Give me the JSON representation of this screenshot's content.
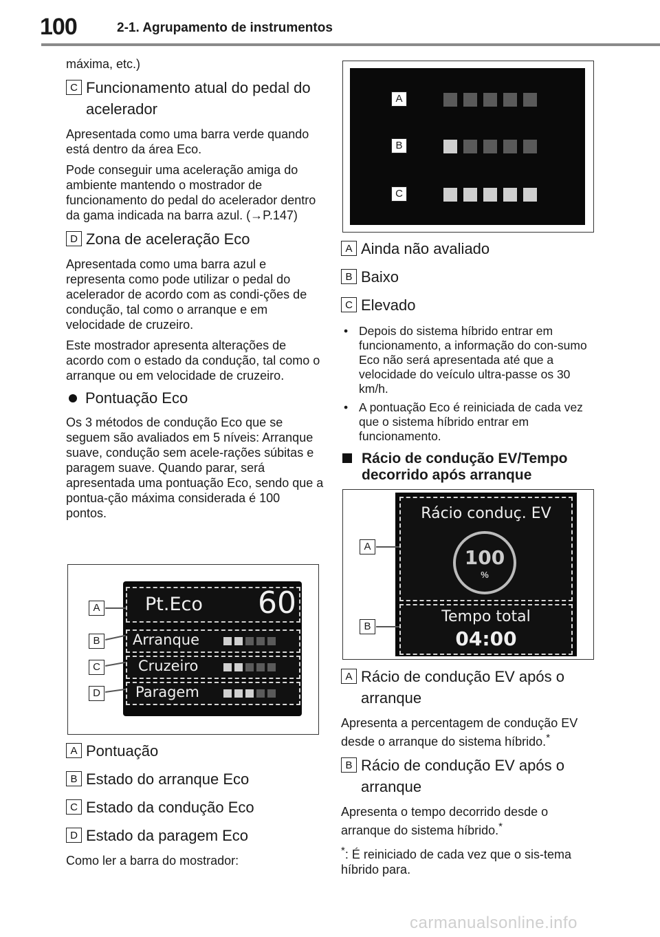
{
  "header": {
    "page_number": "100",
    "section_title": "2-1. Agrupamento de instrumentos"
  },
  "left": {
    "intro": "máxima, etc.)",
    "c_label": "C",
    "c_title": "Funcionamento atual do pedal do acelerador",
    "c_p1": "Apresentada como uma barra verde quando está dentro da área Eco.",
    "c_p2": "Pode conseguir uma aceleração amiga do ambiente mantendo o mostrador de funcionamento do pedal do acelerador dentro da gama indicada na barra azul. (→P.147)",
    "d_label": "D",
    "d_title": "Zona de aceleração Eco",
    "d_p1": "Apresentada como uma barra azul e representa como pode utilizar o pedal do acelerador de acordo com as condi-ções de condução, tal como o arranque e em velocidade de cruzeiro.",
    "d_p2": "Este mostrador apresenta alterações de acordo com o estado da condução, tal como o arranque ou em velocidade de cruzeiro.",
    "eco_heading": "Pontuação Eco",
    "eco_p": "Os 3 métodos de condução Eco que se seguem são avaliados em 5 níveis: Arranque suave, condução sem acele-rações súbitas e paragem suave. Quando parar, será apresentada uma pontuação Eco, sendo que a pontua-ção máxima considerada é 100 pontos.",
    "legend": [
      {
        "label": "A",
        "text": "Pontuação"
      },
      {
        "label": "B",
        "text": "Estado do arranque Eco"
      },
      {
        "label": "C",
        "text": "Estado da condução Eco"
      },
      {
        "label": "D",
        "text": "Estado da paragem Eco"
      }
    ],
    "closing": "Como ler a barra do mostrador:"
  },
  "fig_score": {
    "callouts": [
      "A",
      "B",
      "C",
      "D"
    ],
    "title": "Pt.Eco",
    "score": "60",
    "rows": [
      {
        "label": "Arranque",
        "level": 2
      },
      {
        "label": "Cruzeiro",
        "level": 2
      },
      {
        "label": "Paragem",
        "level": 3
      }
    ]
  },
  "fig_levels": {
    "rows": [
      {
        "label": "A",
        "level": 0
      },
      {
        "label": "B",
        "level": 1
      },
      {
        "label": "C",
        "level": 5
      }
    ]
  },
  "right": {
    "legend": [
      {
        "label": "A",
        "text": "Ainda não avaliado"
      },
      {
        "label": "B",
        "text": "Baixo"
      },
      {
        "label": "C",
        "text": "Elevado"
      }
    ],
    "bullets": [
      "Depois do sistema híbrido entrar em funcionamento, a informação do con-sumo Eco não será apresentada até que a velocidade do veículo ultra-passe os 30 km/h.",
      "A pontuação Eco é reiniciada de cada vez que o sistema híbrido entrar em funcionamento."
    ],
    "ev_heading": "Rácio de condução EV/Tempo decorrido após arranque",
    "a_label": "A",
    "a_title": "Rácio de condução EV após o arranque",
    "a_p": "Apresenta a percentagem de condução EV desde o arranque do sistema híbrido.",
    "a_p_note": "*",
    "b_label": "B",
    "b_title": "Rácio de condução EV após o arranque",
    "b_p": "Apresenta o tempo decorrido desde o arranque do sistema híbrido.",
    "b_p_note": "*",
    "footnote_mark": "*",
    "footnote": ": É reiniciado de cada vez que o sis-tema híbrido para."
  },
  "fig_ev": {
    "callouts": [
      "A",
      "B"
    ],
    "title": "Rácio conduç. EV",
    "ratio": "100",
    "ratio_unit": "%",
    "time_title": "Tempo total",
    "time": "04:00"
  },
  "watermark": "carmanualsonline.info"
}
